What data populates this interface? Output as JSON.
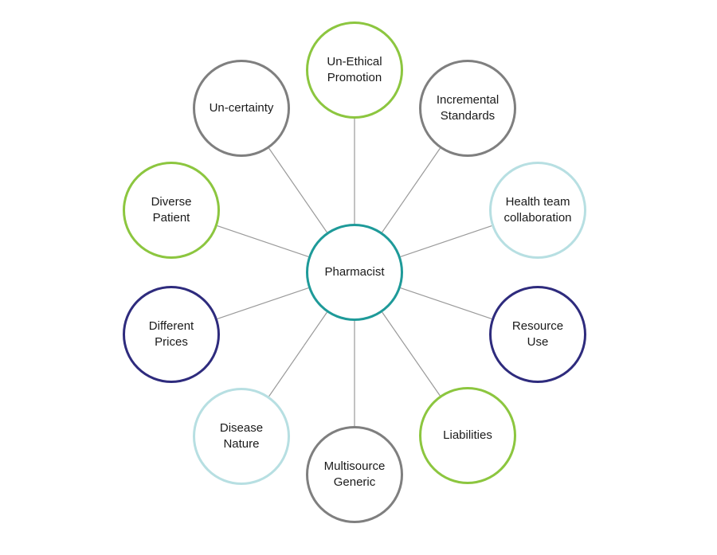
{
  "colors": {
    "center": "#1e9a99",
    "lime": "#8cc63f",
    "gray": "#7f7f7f",
    "lightblue": "#b7dfe2",
    "navy": "#2e2b7d",
    "connector": "#9a9a9a"
  },
  "center": {
    "label": "Pharmacist",
    "color": "#1e9a99"
  },
  "nodes": [
    {
      "id": "unethical-promotion",
      "label": "Un-Ethical\nPromotion",
      "color": "#8cc63f"
    },
    {
      "id": "incremental-standards",
      "label": "Incremental\nStandards",
      "color": "#7f7f7f"
    },
    {
      "id": "health-team-collaboration",
      "label": "Health team\ncollaboration",
      "color": "#b7dfe2"
    },
    {
      "id": "resource-use",
      "label": "Resource\nUse",
      "color": "#2e2b7d"
    },
    {
      "id": "liabilities",
      "label": "Liabilities",
      "color": "#8cc63f"
    },
    {
      "id": "multisource-generic",
      "label": "Multisource\nGeneric",
      "color": "#7f7f7f"
    },
    {
      "id": "disease-nature",
      "label": "Disease\nNature",
      "color": "#b7dfe2"
    },
    {
      "id": "different-prices",
      "label": "Different\nPrices",
      "color": "#2e2b7d"
    },
    {
      "id": "diverse-patient",
      "label": "Diverse\nPatient",
      "color": "#8cc63f"
    },
    {
      "id": "un-certainty",
      "label": "Un-certainty",
      "color": "#7f7f7f"
    }
  ]
}
